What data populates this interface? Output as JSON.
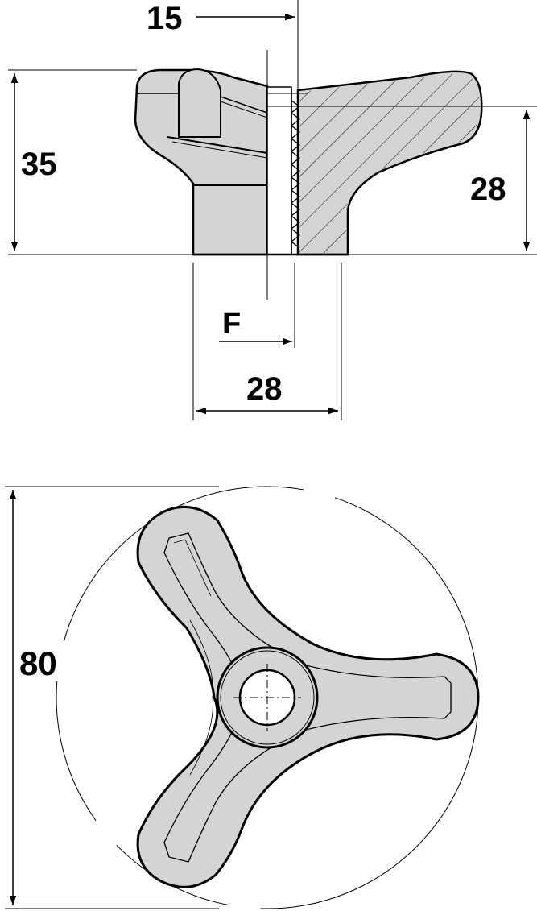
{
  "drawing": {
    "dimensions": {
      "top_offset": "15",
      "height_total": "35",
      "height_right": "28",
      "thread_label": "F",
      "base_diameter": "28",
      "outer_diameter": "80"
    },
    "colors": {
      "fill": "#d4d4d4",
      "stroke": "#000000",
      "background": "#ffffff"
    }
  }
}
